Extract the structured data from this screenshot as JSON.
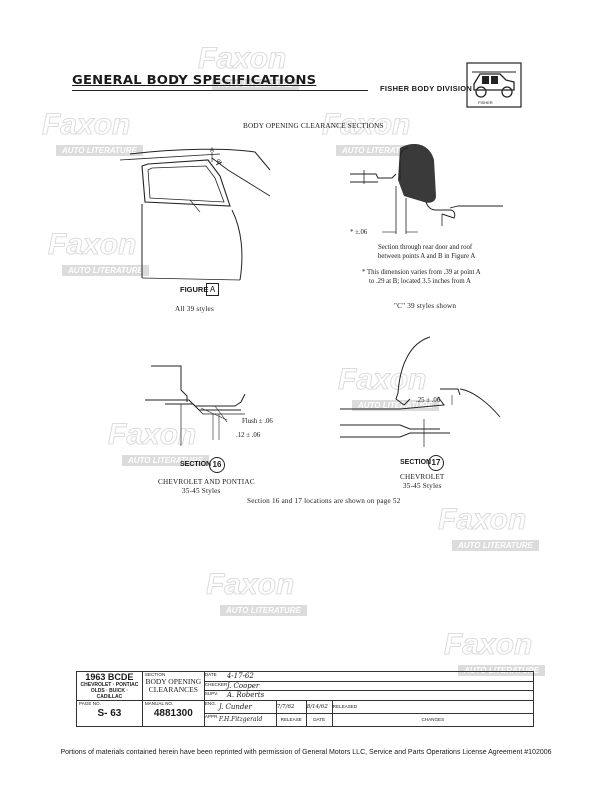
{
  "header": {
    "title": "GENERAL BODY SPECIFICATIONS",
    "division": "FISHER BODY DIVISION",
    "logo_text": "FISHER"
  },
  "watermark": {
    "brand": "Faxon",
    "subtitle": "AUTO LITERATURE"
  },
  "page": {
    "heading": "BODY OPENING CLEARANCE SECTIONS"
  },
  "figure_a": {
    "point_a": "A",
    "point_b": "B",
    "label": "FIGURE",
    "letter": "A",
    "styles": "All 39 styles"
  },
  "section_rear": {
    "dim": "* ±.06",
    "desc_line1": "Section through rear door and roof",
    "desc_line2": "between points A and B in Figure A",
    "note_line1": "* This dimension varies from .39 at point A",
    "note_line2": "to .29 at B; located 3.5 inches from A",
    "caption": "\"C\" 39 styles shown"
  },
  "section16": {
    "flush": "Flush ± .06",
    "dim": ".12 ± .06",
    "label": "SECTION",
    "number": "16",
    "make": "CHEVROLET AND PONTIAC",
    "styles": "35-45 Styles"
  },
  "section17": {
    "dim": ".25 ± .06",
    "label": "SECTION",
    "number": "17",
    "make": "CHEVROLET",
    "styles": "35-45 Styles"
  },
  "note": "Section 16 and 17 locations are shown on page 52",
  "title_block": {
    "year": "1963 BCDE",
    "makes_line1": "CHEVROLET · PONTIAC",
    "makes_line2": "OLDS · BUICK · CADILLAC",
    "section_label": "SECTION",
    "section_line1": "BODY OPENING",
    "section_line2": "CLEARANCES",
    "page_no_label": "PAGE NO.",
    "page_no": "S- 63",
    "manual_no_label": "MANUAL NO.",
    "manual_no": "4881300",
    "date_label": "DATE",
    "date_value": "4-17-62",
    "checker_label": "CHECKER",
    "checker_value": "J. Cooper",
    "supv_label": "SUPV.",
    "supv_value": "A. Roberts",
    "eng_label": "ENG.",
    "eng_value": "J. Cunder",
    "eng_date": "7/7/62",
    "appr_label": "APPR.",
    "appr_value": "F.H.Fitzgerald",
    "rel_date": "8/14/62",
    "released_label": "RELEASED",
    "release_col": "RELEASE",
    "date_col": "DATE",
    "changes_col": "CHANGES"
  },
  "footer": "Portions of materials contained herein have been reprinted with permission of General Motors LLC, Service and Parts Operations License Agreement #102006"
}
